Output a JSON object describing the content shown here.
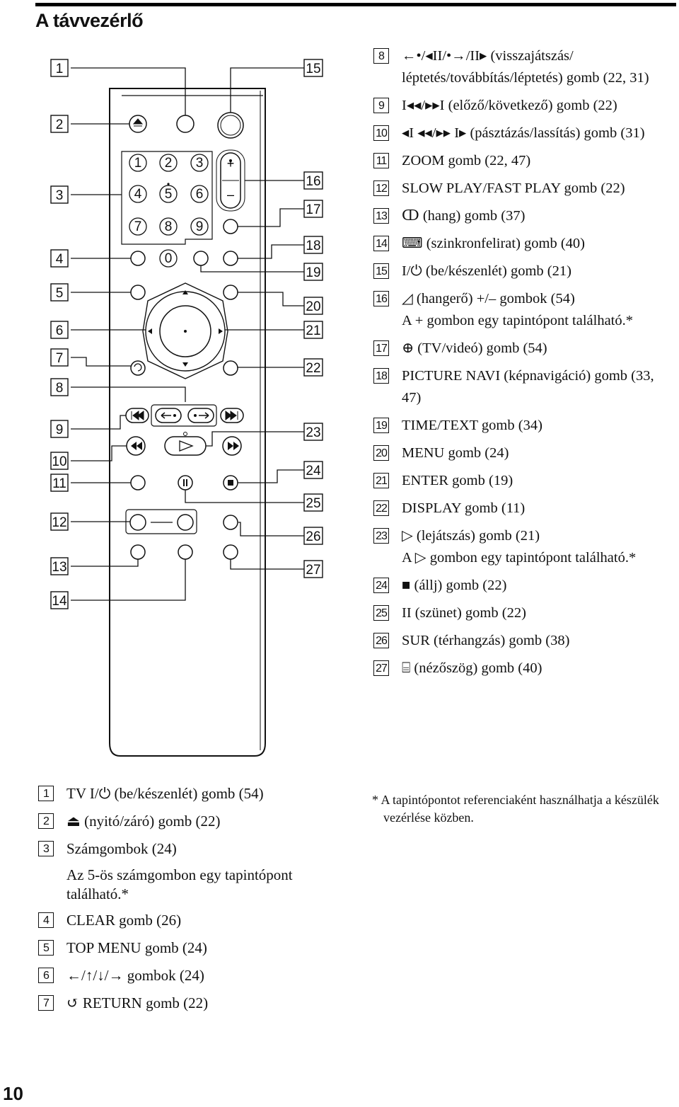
{
  "page": {
    "title": "A távvezérlő",
    "page_number": "10"
  },
  "callouts": [
    "1",
    "2",
    "3",
    "4",
    "5",
    "6",
    "7",
    "8",
    "9",
    "10",
    "11",
    "12",
    "13",
    "14",
    "15",
    "16",
    "17",
    "18",
    "19",
    "20",
    "21",
    "22",
    "23",
    "24",
    "25",
    "26",
    "27"
  ],
  "keypad_digits": [
    "1",
    "2",
    "3",
    "4",
    "5",
    "6",
    "7",
    "8",
    "9",
    "0"
  ],
  "remote_glyphs": {
    "plus": "+",
    "minus": "–",
    "dot": "•"
  },
  "left_items": [
    {
      "num": "1",
      "text": "TV I/⏻ (be/készenlét) gomb (54)",
      "note": ""
    },
    {
      "num": "2",
      "text": "⏏ (nyitó/záró) gomb (22)",
      "note": ""
    },
    {
      "num": "3",
      "text": "Számgombok (24)",
      "note": "Az 5-ös számgombon egy tapintópont található.*"
    },
    {
      "num": "4",
      "text": "CLEAR gomb (26)",
      "note": ""
    },
    {
      "num": "5",
      "text": "TOP MENU gomb (24)",
      "note": ""
    },
    {
      "num": "6",
      "text": "←/↑/↓/→ gombok (24)",
      "note": ""
    },
    {
      "num": "7",
      "text": "↺ RETURN gomb (22)",
      "note": ""
    }
  ],
  "right_items": [
    {
      "num": "8",
      "text": "←•/◂II/•→/II▸ (visszajátszás/ léptetés/továbbítás/léptetés) gomb (22, 31)",
      "note": ""
    },
    {
      "num": "9",
      "text": "I◂◂/▸▸I (előző/következő) gomb (22)",
      "note": ""
    },
    {
      "num": "10",
      "text": "◂I ◂◂/▸▸ I▸ (pásztázás/lassítás) gomb (31)",
      "note": ""
    },
    {
      "num": "11",
      "text": "ZOOM gomb (22, 47)",
      "note": ""
    },
    {
      "num": "12",
      "text": "SLOW PLAY/FAST PLAY gomb (22)",
      "note": ""
    },
    {
      "num": "13",
      "text": "ↀ (hang) gomb (37)",
      "note": ""
    },
    {
      "num": "14",
      "text": "⌨ (szinkronfelirat) gomb (40)",
      "note": ""
    },
    {
      "num": "15",
      "text": "I/⏻ (be/készenlét) gomb (21)",
      "note": ""
    },
    {
      "num": "16",
      "text": "◿ (hangerő) +/– gombok (54)",
      "note": "A + gombon egy tapintópont található.*"
    },
    {
      "num": "17",
      "text": "⊕ (TV/videó) gomb (54)",
      "note": ""
    },
    {
      "num": "18",
      "text": "PICTURE NAVI (képnavigáció) gomb (33, 47)",
      "note": ""
    },
    {
      "num": "19",
      "text": "TIME/TEXT gomb (34)",
      "note": ""
    },
    {
      "num": "20",
      "text": "MENU gomb (24)",
      "note": ""
    },
    {
      "num": "21",
      "text": "ENTER gomb (19)",
      "note": ""
    },
    {
      "num": "22",
      "text": "DISPLAY gomb (11)",
      "note": ""
    },
    {
      "num": "23",
      "text": "▷ (lejátszás) gomb (21)",
      "note": "A ▷ gombon egy tapintópont található.*"
    },
    {
      "num": "24",
      "text": "■ (állj) gomb (22)",
      "note": ""
    },
    {
      "num": "25",
      "text": "II (szünet) gomb (22)",
      "note": ""
    },
    {
      "num": "26",
      "text": "SUR (térhangzás) gomb (38)",
      "note": ""
    },
    {
      "num": "27",
      "text": "⌸ (nézőszög) gomb (40)",
      "note": ""
    }
  ],
  "footnote": "* A tapintópontot referenciaként használhatja a készülék vezérlése közben."
}
